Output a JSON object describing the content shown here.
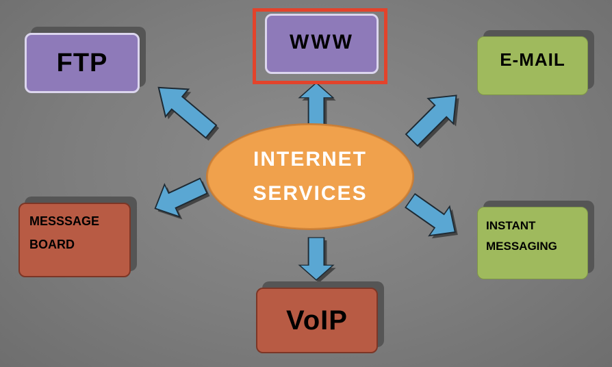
{
  "center": {
    "line1": "INTERNET",
    "line2": "SERVICES"
  },
  "nodes": {
    "ftp": {
      "label": "FTP"
    },
    "www": {
      "label": "WWW"
    },
    "email": {
      "label": "E-MAIL"
    },
    "message_board": {
      "line1": "MESSSAGE",
      "line2": "BOARD"
    },
    "instant_messaging": {
      "line1": "INSTANT",
      "line2": "MESSAGING"
    },
    "voip": {
      "label": "VoIP"
    }
  },
  "colors": {
    "purple": "#8e7ab9",
    "green": "#9fba5d",
    "red": "#b85b44",
    "orange": "#f0a14c",
    "arrow": "#5aa7d3",
    "highlight": "#e3432b"
  }
}
